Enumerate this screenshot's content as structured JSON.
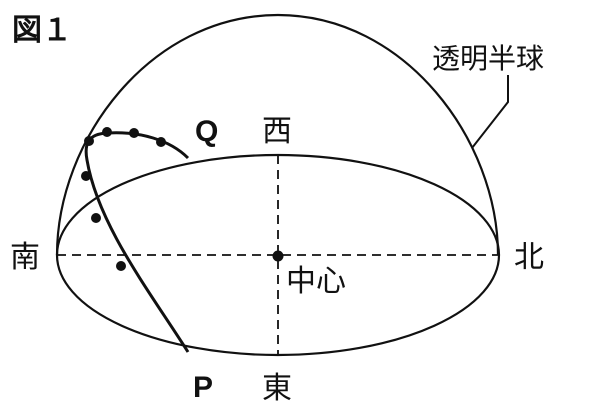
{
  "figure": {
    "label": "図１"
  },
  "labels": {
    "hemisphere": "透明半球",
    "south": "南",
    "north": "北",
    "west": "西",
    "east": "東",
    "center": "中心",
    "point_p": "P",
    "point_q": "Q"
  }
}
